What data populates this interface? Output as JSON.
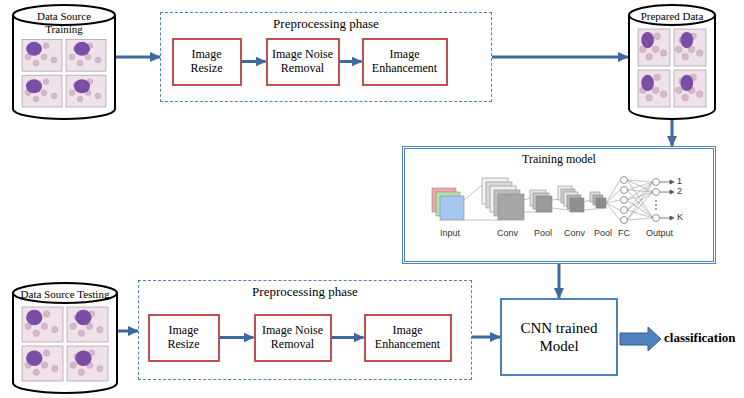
{
  "diagram": {
    "nodes": [
      {
        "text": [
          "Data Source Training"
        ]
      },
      {
        "text": [
          "Preprocessing phase"
        ]
      },
      {
        "text": [
          "Image Resize"
        ],
        "in": 1
      },
      {
        "text": [
          "Image Noise Removal"
        ],
        "in": 1
      },
      {
        "text": [
          "Image Enhancement"
        ],
        "in": 1
      },
      {
        "text": [
          "Prepared Data"
        ]
      },
      {
        "text": [
          "Training model"
        ]
      },
      {
        "text": [
          "Data Source Testing"
        ]
      },
      {
        "text": [
          "Preprocessing phase"
        ]
      },
      {
        "text": [
          "Image Resize"
        ],
        "in": 8
      },
      {
        "text": [
          "Image Noise Removal"
        ],
        "in": 8
      },
      {
        "text": [
          "Image Enhancement"
        ],
        "in": 8
      },
      {
        "text": [
          "CNN trained Model"
        ]
      }
    ],
    "edges": [
      {
        "from": 0,
        "to": 1,
        "arrow": "to"
      },
      {
        "from": 2,
        "to": 3,
        "arrow": "to"
      },
      {
        "from": 3,
        "to": 4,
        "arrow": "to"
      },
      {
        "from": 1,
        "to": 5,
        "arrow": "to"
      },
      {
        "from": 5,
        "to": 6,
        "arrow": "to"
      },
      {
        "from": 6,
        "to": 12,
        "arrow": "to"
      },
      {
        "from": 7,
        "to": 8,
        "arrow": "to"
      },
      {
        "from": 9,
        "to": 10,
        "arrow": "to"
      },
      {
        "from": 10,
        "to": 11,
        "arrow": "to"
      },
      {
        "from": 8,
        "to": 12,
        "arrow": "to"
      }
    ],
    "labels": [
      "Input",
      "Conv",
      "Pool",
      "Conv",
      "Pool",
      "FC",
      "Output",
      "1",
      "2",
      "K",
      "classification"
    ]
  }
}
